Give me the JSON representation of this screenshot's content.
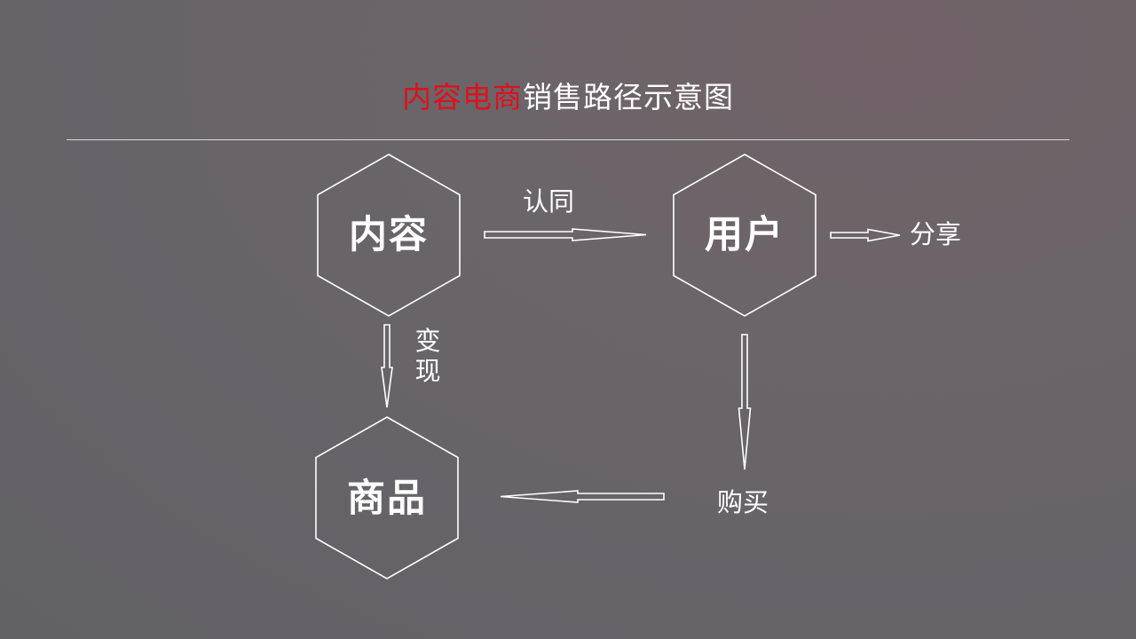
{
  "title": {
    "highlight": "内容电商",
    "rest": "销售路径示意图"
  },
  "colors": {
    "background": "#656367",
    "highlight": "#e0101a",
    "text": "#ffffff",
    "line": "#ffffff"
  },
  "nodes": {
    "content": "内容",
    "user": "用户",
    "product": "商品"
  },
  "edges": {
    "approve": "认同",
    "share": "分享",
    "monetize": "变现",
    "purchase": "购买"
  }
}
